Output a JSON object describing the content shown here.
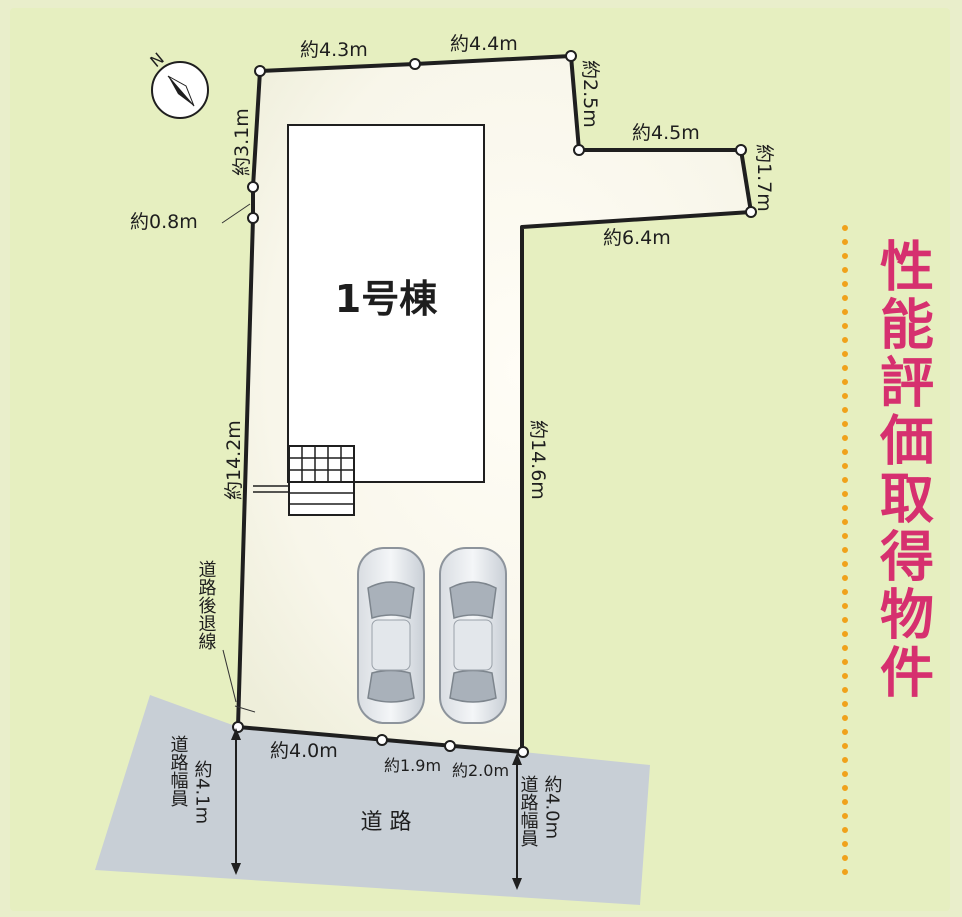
{
  "building_label": "1号棟",
  "setback_label": "道路後退線",
  "road_label": "道 路",
  "side_title": "性能評価取得物件",
  "dimensions": {
    "top_left": "約4.3m",
    "top_mid": "約4.4m",
    "right_drop": "約2.5m",
    "ext_top": "約4.5m",
    "ext_right": "約1.7m",
    "ext_bottom": "約6.4m",
    "left_upper": "約3.1m",
    "left_notch": "約0.8m",
    "left_main": "約14.2m",
    "right_main": "約14.6m",
    "bottom_left": "約4.0m",
    "bottom_mid": "約1.9m",
    "bottom_right": "約2.0m"
  },
  "road_width_left": {
    "title": "道路幅員",
    "value": "約4.1m"
  },
  "road_width_right": {
    "title": "道路幅員",
    "value": "約4.0m"
  },
  "compass_label": "N",
  "colors": {
    "background": "#e6efc0",
    "lot": "#faf8ef",
    "road": "#c8cfd6",
    "title_pink": "#d6306f",
    "dots_orange": "#f0a21b"
  }
}
